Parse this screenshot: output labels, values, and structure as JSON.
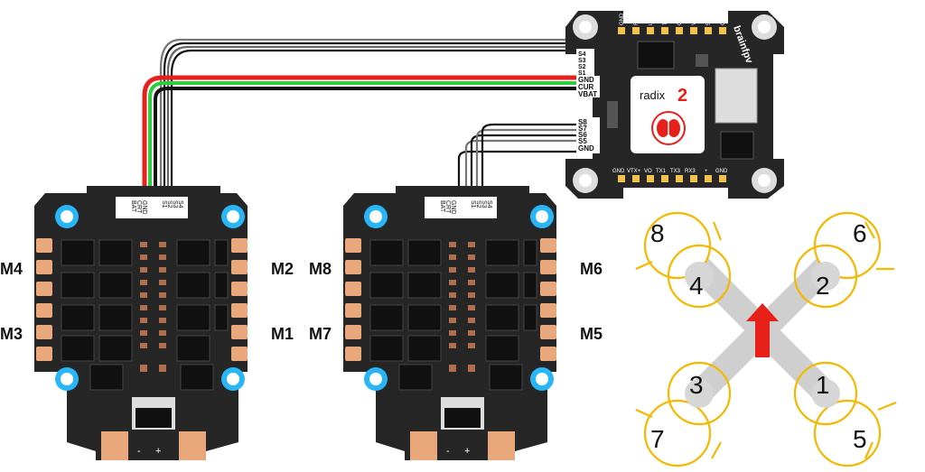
{
  "esc_left": {
    "pads": [
      "GND",
      "CRT",
      "BAT",
      "S4",
      "S3",
      "S2",
      "S1"
    ],
    "motors": {
      "top_left": "M4",
      "bottom_left": "M3",
      "top_right": "M2",
      "bottom_right": "M1"
    },
    "power": {
      "minus": "-",
      "plus": "+"
    }
  },
  "esc_right": {
    "pads": [
      "GND",
      "CRT",
      "BAT",
      "S4",
      "S3",
      "S2",
      "S1"
    ],
    "motors": {
      "top_left": "M8",
      "bottom_left": "M7",
      "top_right": "M6",
      "bottom_right": "M5"
    },
    "power": {
      "minus": "-",
      "plus": "+"
    }
  },
  "flight_controller": {
    "brand": "brainfpv",
    "logo_text": "radix",
    "logo_number": "2",
    "connector_top": [
      "S4",
      "S3",
      "S2",
      "S1"
    ],
    "connector_mid": [
      "GND",
      "CUR",
      "VBAT"
    ],
    "connector_bottom": [
      "S8",
      "S7",
      "S6",
      "S5",
      "GND"
    ],
    "top_edge_pins": [
      "GND",
      "RX2",
      "LED",
      "TX2",
      "CC",
      "VTX",
      "5V",
      "GND"
    ],
    "bottom_edge_pins": [
      "GND",
      "VTX+",
      "VO",
      "TX1",
      "TX3",
      "RX3",
      "+",
      "GND"
    ]
  },
  "quad_layout": {
    "inner_motors": [
      "4",
      "2",
      "3",
      "1"
    ],
    "outer_motors": [
      "8",
      "6",
      "7",
      "5"
    ]
  },
  "colors": {
    "wire_red": "#e8201a",
    "wire_green": "#2ecc40",
    "wire_black": "#111111",
    "prop": "#f5b800",
    "mount_hole": "#29b6f6",
    "frame": "#cfcfcf",
    "arrow": "#e8201a"
  }
}
